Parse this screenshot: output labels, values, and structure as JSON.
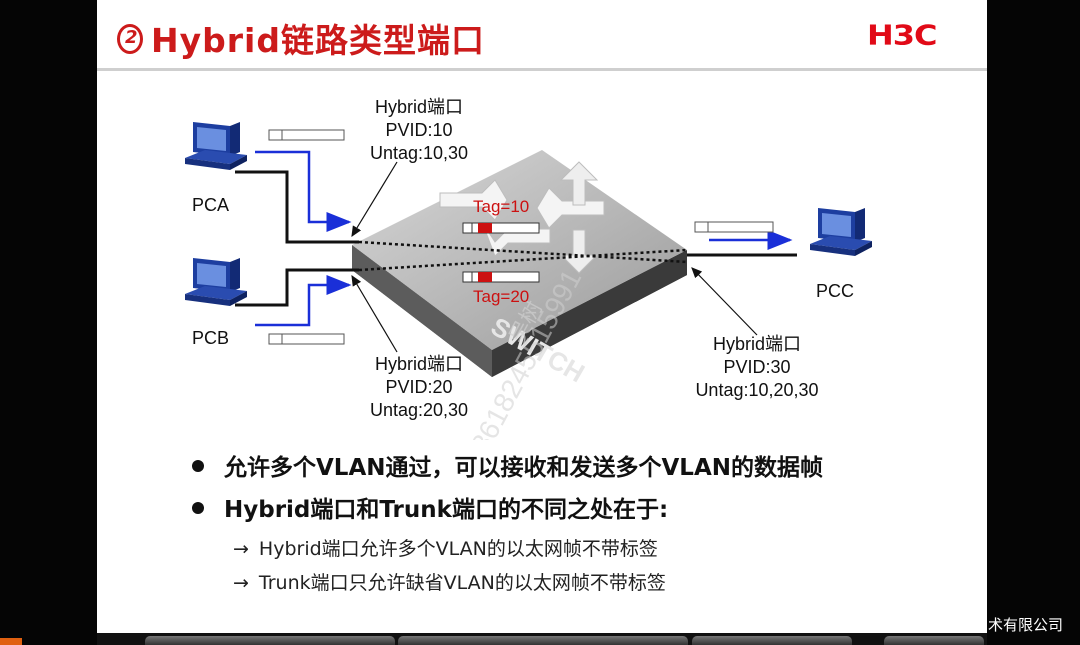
{
  "header": {
    "number": "2",
    "title": "Hybrid链路类型端口",
    "logo": "H3C"
  },
  "diagram": {
    "hosts": [
      "PCA",
      "PCB",
      "PCC"
    ],
    "switch_label": "SWITCH",
    "port_top": {
      "line1": "Hybrid端口",
      "line2": "PVID:10",
      "line3": "Untag:10,30"
    },
    "port_bottom": {
      "line1": "Hybrid端口",
      "line2": "PVID:20",
      "line3": "Untag:20,30"
    },
    "port_right": {
      "line1": "Hybrid端口",
      "line2": "PVID:30",
      "line3": "Untag:10,20,30"
    },
    "tag_top": "Tag=10",
    "tag_bottom": "Tag=20",
    "watermark": "8618245515991",
    "watermark2": "吴树"
  },
  "bullets": [
    "允许多个VLAN通过，可以接收和发送多个VLAN的数据帧",
    "Hybrid端口和Trunk端口的不同之处在于:"
  ],
  "sub_bullets": [
    {
      "arrow": "→",
      "text": "Hybrid端口允许多个VLAN的以太网帧不带标签"
    },
    {
      "arrow": "→",
      "text": "Trunk端口只允许缺省VLAN的以太网帧不带标签"
    }
  ],
  "footer": {
    "company": "术有限公司"
  },
  "colors": {
    "title": "#cc1b1b",
    "logo": "#e10a17",
    "arrow": "#1a2fd8",
    "tag": "#cc1111"
  }
}
